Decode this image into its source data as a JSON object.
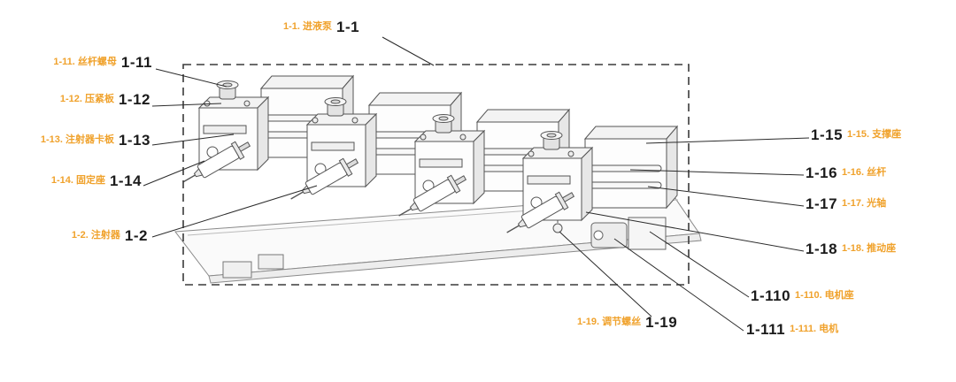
{
  "figure": {
    "type": "patent-assembly-diagram",
    "pump_unit_count": 4,
    "boundary_style": "dashed"
  },
  "colors": {
    "label_orange": "#F0A22C",
    "number_black": "#1B1B1B",
    "leader_line": "#2B2B2B",
    "drawing_stroke": "#555555",
    "background": "#FFFFFF"
  },
  "callouts": {
    "c1_1": {
      "text": "1-1. 进液泵",
      "num": "1-1"
    },
    "c1_11": {
      "text": "1-11. 丝杆螺母",
      "num": "1-11"
    },
    "c1_12": {
      "text": "1-12. 压紧板",
      "num": "1-12"
    },
    "c1_13": {
      "text": "1-13. 注射器卡板",
      "num": "1-13"
    },
    "c1_14": {
      "text": "1-14. 固定座",
      "num": "1-14"
    },
    "c1_2": {
      "text": "1-2. 注射器",
      "num": "1-2"
    },
    "c1_15": {
      "text": "1-15. 支撑座",
      "num": "1-15"
    },
    "c1_16": {
      "text": "1-16. 丝杆",
      "num": "1-16"
    },
    "c1_17": {
      "text": "1-17. 光轴",
      "num": "1-17"
    },
    "c1_18": {
      "text": "1-18. 推动座",
      "num": "1-18"
    },
    "c1_110": {
      "text": "1-110. 电机座",
      "num": "1-110"
    },
    "c1_111": {
      "text": "1-111. 电机",
      "num": "1-111"
    },
    "c1_19": {
      "text": "1-19. 调节螺丝",
      "num": "1-19"
    }
  }
}
